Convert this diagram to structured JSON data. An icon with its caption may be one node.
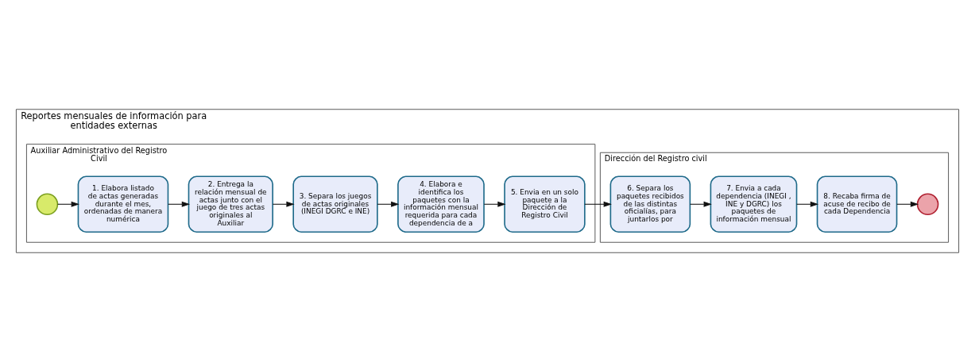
{
  "diagram": {
    "nodes": [
      {
        "text": [
          "Reportes mensuales de información para entidades externas"
        ]
      },
      {
        "text": [
          "Auxiliar Administrativo del Registro Civil"
        ],
        "in": 0
      },
      {
        "text": [
          "Dirección del Registro civil"
        ],
        "in": 0
      },
      {
        "text": [],
        "shape": "circle",
        "in": 1
      },
      {
        "text": [
          "1. Elabora listado de actas generadas durante el mes, ordenadas de manera numérica"
        ],
        "in": 1
      },
      {
        "text": [
          "2. Entrega la relación mensual de actas junto con el juego de tres actas originales al Auxiliar"
        ],
        "in": 1
      },
      {
        "text": [
          "3. Separa los juegos de actas originales (INEGI DGRC e INE)"
        ],
        "in": 1
      },
      {
        "text": [
          "4. Elabora e identifica los paquetes con la información mensual requerida para cada dependencia de a"
        ],
        "in": 1
      },
      {
        "text": [
          "5. Envia en un solo paquete a la Dirección de Registro Civil"
        ],
        "in": 1
      },
      {
        "text": [
          "6. Separa los paquetes recibidos de las distintas oficialías, para juntarlos por"
        ],
        "in": 2
      },
      {
        "text": [
          "7. Envia a cada dependencia (INEGI , INE y DGRC) los paquetes de información mensual"
        ],
        "in": 2
      },
      {
        "text": [
          "8. Recaba firma de acuse de recibo de cada Dependencia"
        ],
        "in": 2
      },
      {
        "text": [],
        "shape": "circle",
        "in": 2
      }
    ],
    "edges": [
      {
        "from": 3,
        "to": 4,
        "arrow": "to"
      },
      {
        "from": 4,
        "to": 5,
        "arrow": "to"
      },
      {
        "from": 5,
        "to": 6,
        "arrow": "to"
      },
      {
        "from": 6,
        "to": 7,
        "arrow": "to"
      },
      {
        "from": 7,
        "to": 8,
        "arrow": "to"
      },
      {
        "from": 8,
        "to": 9,
        "arrow": "to"
      },
      {
        "from": 9,
        "to": 10,
        "arrow": "to"
      },
      {
        "from": 10,
        "to": 11,
        "arrow": "to"
      },
      {
        "from": 11,
        "to": 12,
        "arrow": "to"
      }
    ]
  }
}
